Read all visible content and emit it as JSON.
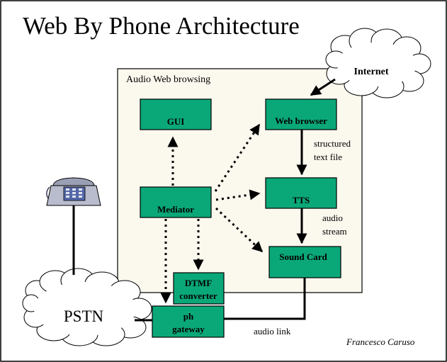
{
  "title": "Web By Phone Architecture",
  "container_label": "Audio Web browsing",
  "author": "Francesco Caruso",
  "colors": {
    "box_fill": "#0aa878",
    "container_fill": "#fbf8ee",
    "cloud_fill": "#ffffff",
    "phone_body": "#b8bccc",
    "phone_keypad": "#5468a8",
    "background": "#ffffff",
    "lines": "#000000"
  },
  "clouds": {
    "internet": "Internet",
    "pstn": "PSTN"
  },
  "boxes": {
    "gui": "GUI",
    "web_browser": "Web browser",
    "mediator": "Mediator",
    "tts": "TTS",
    "sound_card": "Sound Card",
    "dtmf_line1": "DTMF",
    "dtmf_line2": "converter",
    "gateway_line1": "ph",
    "gateway_line2": "gateway"
  },
  "labels": {
    "structured_line1": "structured",
    "structured_line2": "text file",
    "audio_line1": "audio",
    "audio_line2": "stream",
    "audio_link": "audio link"
  },
  "icons": {
    "telephone": "telephone-icon"
  }
}
